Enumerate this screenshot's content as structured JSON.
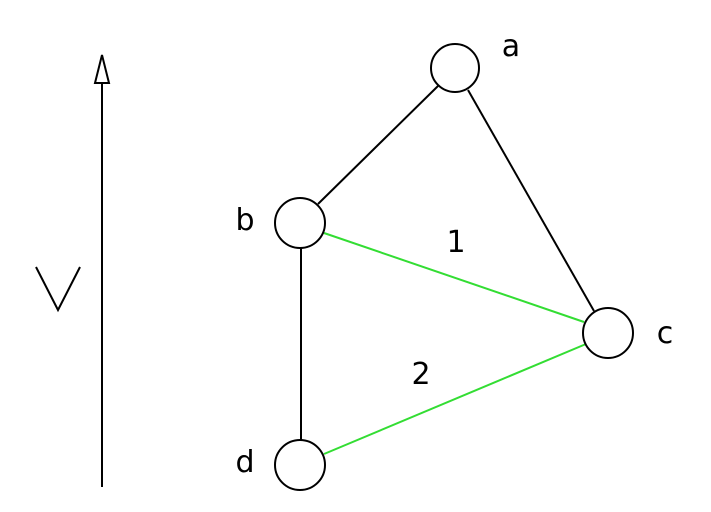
{
  "axis": {
    "label": "V",
    "direction": "up"
  },
  "nodes": [
    {
      "id": "a",
      "label": "a"
    },
    {
      "id": "b",
      "label": "b"
    },
    {
      "id": "c",
      "label": "c"
    },
    {
      "id": "d",
      "label": "d"
    }
  ],
  "edges": [
    {
      "from": "a",
      "to": "b",
      "color": "#000000"
    },
    {
      "from": "a",
      "to": "c",
      "color": "#000000"
    },
    {
      "from": "b",
      "to": "d",
      "color": "#000000"
    },
    {
      "from": "b",
      "to": "c",
      "color": "#33dd33",
      "label": "1"
    },
    {
      "from": "d",
      "to": "c",
      "color": "#33dd33",
      "label": "2"
    }
  ]
}
